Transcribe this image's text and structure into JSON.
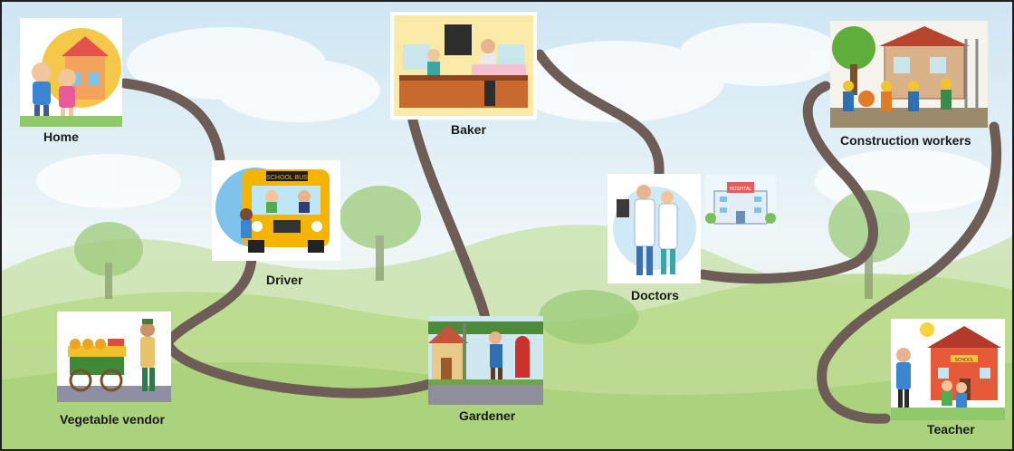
{
  "title_labels": {
    "home": "Home",
    "driver": "Driver",
    "baker": "Baker",
    "gardener": "Gardener",
    "vegetable_vendor": "Vegetable vendor",
    "doctors": "Doctors",
    "construction_workers": "Construction workers",
    "teacher": "Teacher"
  },
  "bus_sign": "SCHOOL BUS",
  "school_sign": "SCHOOL",
  "hospital_sign": "HOSPITAL",
  "colors": {
    "path": "#6e5d56",
    "sky": "#dfeef6",
    "grass": "#b8d98a",
    "bus": "#f4b400"
  }
}
